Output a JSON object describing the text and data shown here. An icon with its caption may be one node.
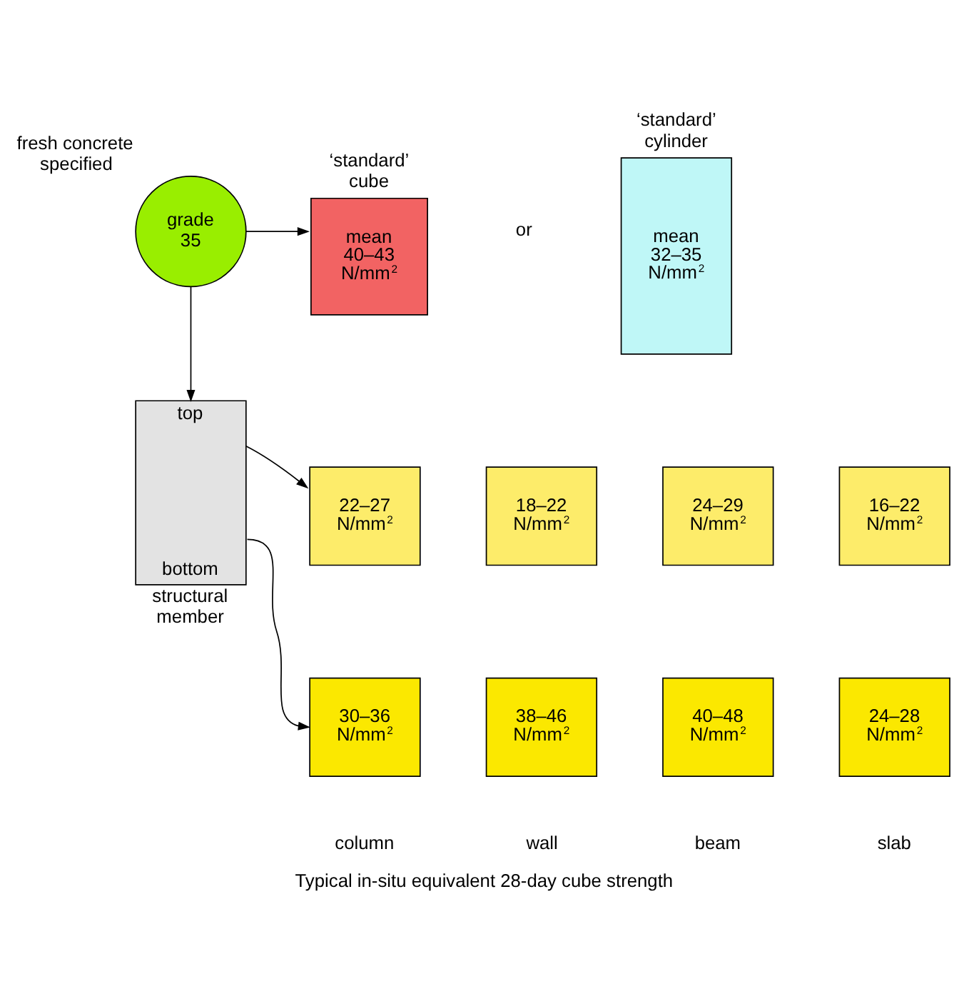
{
  "diagram": {
    "caption": "Typical in-situ equivalent 28-day cube strength",
    "nodes": [
      {
        "text": [
          "grade 35"
        ],
        "beside": [
          "fresh concrete specified"
        ]
      },
      {
        "text": [
          "mean 40–43 N/mm$^{2}$"
        ],
        "beside": [
          "‘standard’ cube"
        ]
      },
      {
        "text": [
          "mean 32–35 N/mm$^{2}$"
        ],
        "beside": [
          "‘standard’ cylinder"
        ]
      },
      {
        "text": [
          "top",
          "bottom"
        ],
        "beside": [
          "structural member"
        ]
      },
      {
        "text": [
          "22–27 N/mm$^{2}$"
        ]
      },
      {
        "text": [
          "18–22 N/mm$^{2}$"
        ]
      },
      {
        "text": [
          "24–29 N/mm$^{2}$"
        ]
      },
      {
        "text": [
          "16–22 N/mm$^{2}$"
        ]
      },
      {
        "text": [
          "30–36 N/mm$^{2}$"
        ]
      },
      {
        "text": [
          "38–46 N/mm$^{2}$"
        ]
      },
      {
        "text": [
          "40–48 N/mm$^{2}$"
        ]
      },
      {
        "text": [
          "24–28 N/mm$^{2}$"
        ]
      }
    ],
    "edges": [
      {
        "from": 0,
        "to": 1,
        "arrow": "to"
      },
      {
        "from": 0,
        "to": 3,
        "arrow": "to"
      },
      {
        "from": 3,
        "to": 4,
        "arrow": "to"
      },
      {
        "from": 3,
        "to": 8,
        "arrow": "to"
      }
    ],
    "labels": [
      "or",
      "column",
      "wall",
      "beam",
      "slab"
    ]
  }
}
